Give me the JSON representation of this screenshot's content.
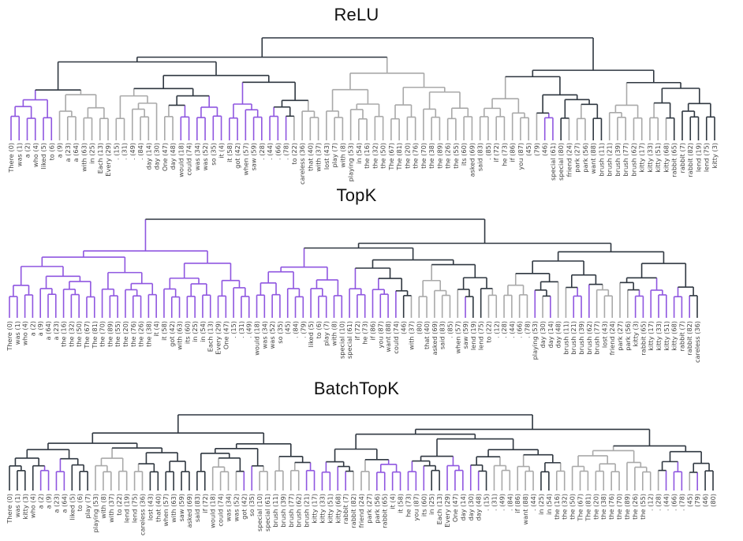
{
  "colors": {
    "dark": "#2f3740",
    "gray": "#a9a9a9",
    "purple": "#8f56e0"
  },
  "dendrograms": [
    {
      "title": "ReLU",
      "leaves": [
        "There (0)",
        "was (1)",
        "a (2)",
        "who (4)",
        "liked (5)",
        "to (6)",
        "a (9)",
        "a (23)",
        "a (64)",
        "with (63)",
        "in (25)",
        "Each (13)",
        "Every (29)",
        ". (15)",
        ". (31)",
        ". (49)",
        ". (84)",
        "day (14)",
        "day (30)",
        "One (47)",
        "day (48)",
        "would (18)",
        "could (74)",
        "was (34)",
        "was (52)",
        "so (35)",
        "it (4)",
        "it (58)",
        "got (42)",
        "when (57)",
        "saw (59)",
        ". (28)",
        ". (44)",
        ". (66)",
        ". (78)",
        "to (22)",
        "careless (36)",
        "that (40)",
        "with (37)",
        "lost (43)",
        "play (7)",
        "with (8)",
        "playing (53)",
        "in (54)",
        "the (16)",
        "the (32)",
        "the (50)",
        "The (67)",
        "The (81)",
        "the (20)",
        "the (76)",
        "the (70)",
        "the (38)",
        "the (89)",
        "the (26)",
        "the (55)",
        "its (60)",
        "asked (69)",
        "said (83)",
        ". (85)",
        "if (72)",
        "he (73)",
        "if (86)",
        "you (87)",
        "(45)",
        "(79)",
        "(46)",
        "special (61)",
        "special (80)",
        "friend (24)",
        "park (27)",
        "park (56)",
        "want (88)",
        "brush (11)",
        "brush (21)",
        "brush (39)",
        "brush (77)",
        "brush (62)",
        "kitty (17)",
        "kitty (33)",
        "kitty (51)",
        "kitty (68)",
        "rabbit (65)",
        "rabbit (7)",
        "rabbit (82)",
        "lend (19)",
        "lend (75)",
        "kitty (3)"
      ]
    },
    {
      "title": "TopK",
      "leaves": [
        "There (0)",
        "was (1)",
        "who (4)",
        "a (2)",
        "a (9)",
        "a (64)",
        "a (23)",
        "the (16)",
        "the (32)",
        "the (50)",
        "The (67)",
        "The (81)",
        "the (70)",
        "the (89)",
        "the (55)",
        "the (20)",
        "the (76)",
        "the (26)",
        "the (38)",
        "it (4)",
        "it (58)",
        "got (42)",
        "with (63)",
        "its (60)",
        "in (25)",
        "in (54)",
        "Each (13)",
        "Every (29)",
        "One (47)",
        ". (15)",
        ". (31)",
        ". (49)",
        "would (18)",
        "was (34)",
        "was (52)",
        "so (35)",
        "(45)",
        ". (84)",
        ". (79)",
        "liked (5)",
        "to (6)",
        "play (7)",
        "with (8)",
        "special (10)",
        "special (61)",
        "if (72)",
        "he (73)",
        "if (86)",
        "you (87)",
        "want (88)",
        "could (74)",
        "(46)",
        "with (37)",
        "(80)",
        "that (40)",
        "asked (69)",
        "said (83)",
        ". (85)",
        "when (57)",
        "saw (59)",
        "lend (19)",
        "lend (75)",
        "to (22)",
        ". (12)",
        ". (28)",
        ". (44)",
        ". (66)",
        ". (78)",
        "playing (53)",
        "day (30)",
        "day (14)",
        "day (48)",
        "brush (11)",
        "brush (21)",
        "brush (39)",
        "brush (62)",
        "brush (77)",
        "lost (43)",
        "friend (24)",
        "park (27)",
        "park (56)",
        "kitty (3)",
        "rabbit (65)",
        "kitty (17)",
        "kitty (33)",
        "kitty (51)",
        "kitty (68)",
        "rabbit (7)",
        "rabbit (82)",
        "careless (36)"
      ]
    },
    {
      "title": "BatchTopK",
      "leaves": [
        "There (0)",
        "was (1)",
        "kitty (3)",
        "who (4)",
        "a (2)",
        "a (9)",
        "a (23)",
        "a (64)",
        "liked (5)",
        "to (6)",
        "play (7)",
        "playing (53)",
        "with (8)",
        "with (37)",
        "to (22)",
        "lend (19)",
        "lend (75)",
        "careless (36)",
        "lost (43)",
        "that (40)",
        "when (57)",
        "with (63)",
        "saw (59)",
        "asked (69)",
        "said (83)",
        "if (72)",
        "would (18)",
        "could (74)",
        "was (34)",
        "was (52)",
        "got (42)",
        "so (35)",
        "special (10)",
        "special (61)",
        "brush (11)",
        "brush (39)",
        "brush (77)",
        "brush (62)",
        "brush (21)",
        "kitty (17)",
        "kitty (33)",
        "kitty (51)",
        "kitty (68)",
        "rabbit (7)",
        "rabbit (82)",
        "friend (24)",
        "park (27)",
        "park (56)",
        "rabbit (65)",
        "it (4)",
        "it (58)",
        "he (73)",
        "you (87)",
        "its (60)",
        "in (25)",
        "Each (13)",
        "Every (29)",
        "One (47)",
        "day (14)",
        "day (30)",
        "day (48)",
        ". (15)",
        ". (31)",
        ". (49)",
        ". (84)",
        "if (86)",
        "want (88)",
        ". (44)",
        "in (25)",
        "in (54)",
        "the (16)",
        "the (32)",
        "the (50)",
        "The (67)",
        "The (81)",
        "the (20)",
        "the (38)",
        "the (76)",
        "the (70)",
        "the (89)",
        "the (26)",
        "the (55)",
        ". (12)",
        ". (28)",
        ". (44)",
        ". (66)",
        ". (78)",
        "(45)",
        "(79)",
        "(46)",
        "(80)"
      ]
    }
  ]
}
